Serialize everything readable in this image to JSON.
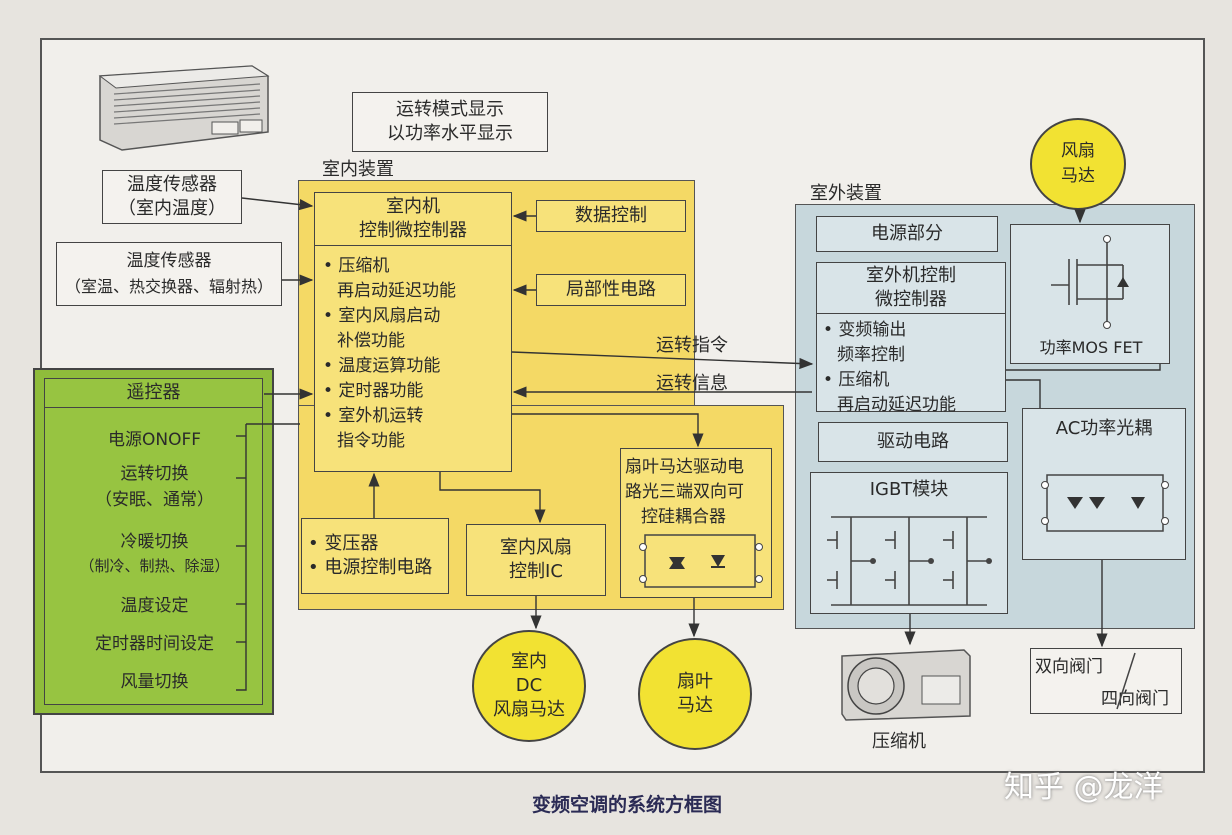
{
  "diagram": {
    "caption": "变频空调的系统方框图",
    "watermark": "知乎 @龙洋",
    "display_note": [
      "运转模式显示",
      "以功率水平显示"
    ],
    "indoor": {
      "section_label": "室内装置",
      "controller_title": [
        "室内机",
        "控制微控制器"
      ],
      "controller_items": [
        "• 压缩机",
        "再启动延迟功能",
        "• 室内风扇启动",
        "补偿功能",
        "• 温度运算功能",
        "• 定时器功能",
        "• 室外机运转",
        "指令功能"
      ],
      "data_control": "数据控制",
      "local_circuit": "局部性电路",
      "power_block": [
        "• 变压器",
        "• 电源控制电路"
      ],
      "fan_ic": [
        "室内风扇",
        "控制IC"
      ],
      "triac_coupler": [
        "扇叶马达驱动电",
        "路光三端双向可",
        "控硅耦合器"
      ]
    },
    "sensors": {
      "sensor1": [
        "温度传感器",
        "（室内温度）"
      ],
      "sensor2": [
        "温度传感器",
        "（室温、热交换器、辐射热）"
      ]
    },
    "remote": {
      "title": "遥控器",
      "items": [
        "电源ONOFF",
        "运转切换",
        "（安眠、通常）",
        "冷暖切换",
        "（制冷、制热、除湿）",
        "温度设定",
        "定时器时间设定",
        "风量切换"
      ]
    },
    "signals": {
      "command": "运转指令",
      "info": "运转信息"
    },
    "outdoor": {
      "section_label": "室外装置",
      "power_part": "电源部分",
      "controller_title": [
        "室外机控制",
        "微控制器"
      ],
      "controller_items": [
        "• 变频输出",
        "频率控制",
        "• 压缩机",
        "再启动延迟功能"
      ],
      "drive_circuit": "驱动电路",
      "igbt_module": "IGBT模块",
      "mosfet_label": "功率MOS FET",
      "ac_coupler": "AC功率光耦"
    },
    "motors": {
      "fan_motor_top": [
        "风扇",
        "马达"
      ],
      "indoor_dc_fan": [
        "室内",
        "DC",
        "风扇马达"
      ],
      "blade_motor": [
        "扇叶",
        "马达"
      ]
    },
    "compressor_label": "压缩机",
    "valve": {
      "two_way": "双向阀门",
      "four_way": "四向阀门"
    }
  }
}
